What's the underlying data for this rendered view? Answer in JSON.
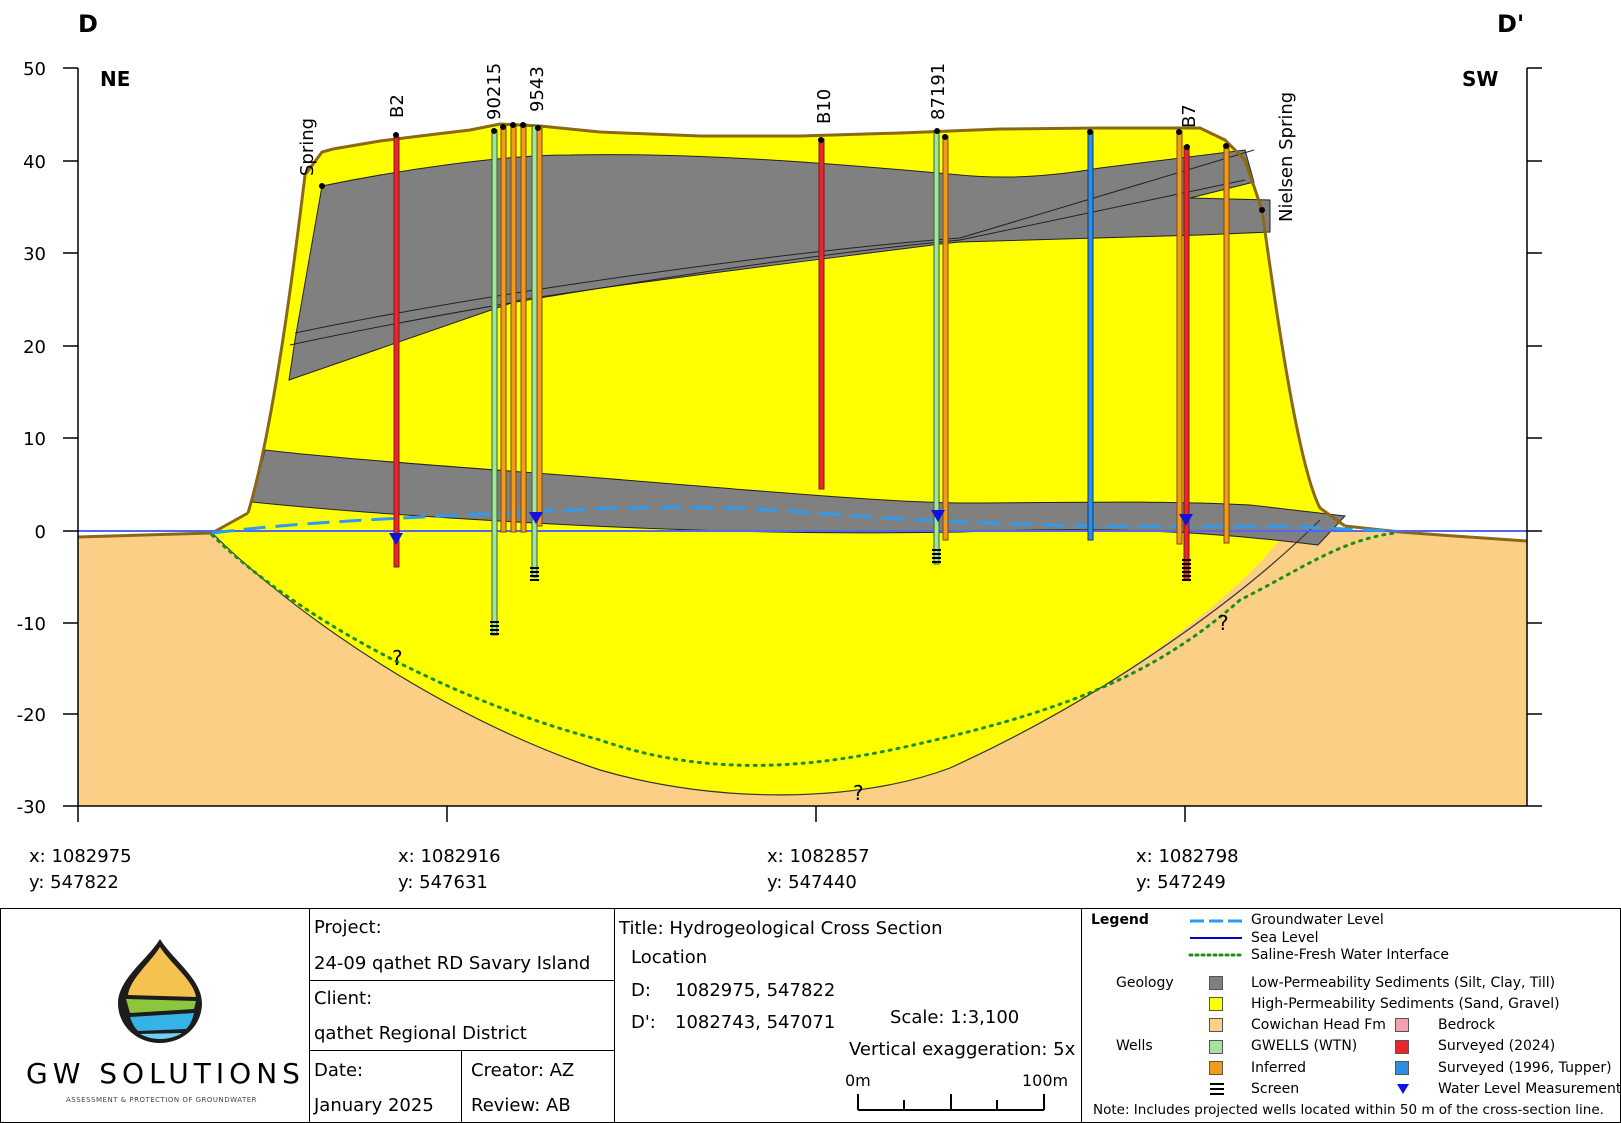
{
  "section": {
    "left_letter": "D",
    "right_letter": "D'",
    "left_direction": "NE",
    "right_direction": "SW",
    "y_ticks": [
      "50",
      "40",
      "30",
      "20",
      "10",
      "0",
      "-10",
      "-20",
      "-30"
    ],
    "x_ticks": [
      {
        "x": "x: 1082975",
        "y": "y: 547822"
      },
      {
        "x": "x: 1082916",
        "y": "y: 547631"
      },
      {
        "x": "x: 1082857",
        "y": "y: 547440"
      },
      {
        "x": "x: 1082798",
        "y": "y: 547249"
      }
    ],
    "labels": {
      "spring": "Spring",
      "b2": "B2",
      "w90215": "90215",
      "w9543": "9543",
      "b10": "B10",
      "w87191": "87191",
      "b7": "B7",
      "nielsen": "Nielsen Spring"
    },
    "question_mark": "?",
    "colors": {
      "high_perm": "#ffff00",
      "low_perm": "#808080",
      "cowichan": "#fbcf86",
      "bedrock": "#f4a0b0",
      "gwells": "#a6e3a1",
      "surveyed_2024": "#e8262b",
      "surveyed_1996": "#2e8fe0",
      "inferred": "#f29a1c",
      "groundwater": "#2e9bf0",
      "sea_level": "#0000cc",
      "interface": "#1a8f1a",
      "water_marker": "#1010e0",
      "surface_edge": "#8b6914"
    }
  },
  "titleblock": {
    "company": "GW SOLUTIONS",
    "tagline": "ASSESSMENT & PROTECTION OF GROUNDWATER",
    "project_label": "Project:",
    "project_value": "24-09 qathet RD Savary Island",
    "client_label": "Client:",
    "client_value": "qathet Regional District",
    "date_label": "Date:",
    "date_value": "January 2025",
    "creator": "Creator:  AZ",
    "review": "Review:  AB",
    "title": "Title: Hydrogeological Cross Section",
    "location": "Location",
    "d_label": "D:",
    "d_value": "1082975, 547822",
    "dp_label": "D':",
    "dp_value": "1082743, 547071",
    "scale": "Scale: 1:3,100",
    "vexag": "Vertical exaggeration: 5x",
    "bar_start": "0m",
    "bar_end": "100m"
  },
  "legend": {
    "title": "Legend",
    "groundwater": "Groundwater Level",
    "sea_level": "Sea Level",
    "interface": "Saline-Fresh Water Interface",
    "geology": "Geology",
    "low_perm": "Low-Permeability Sediments (Silt, Clay, Till)",
    "high_perm": "High-Permeability Sediments (Sand, Gravel)",
    "cowichan": "Cowichan Head Fm",
    "bedrock": "Bedrock",
    "wells": "Wells",
    "gwells": "GWELLS (WTN)",
    "surveyed_2024": "Surveyed (2024)",
    "inferred": "Inferred",
    "surveyed_1996": "Surveyed (1996, Tupper)",
    "screen": "Screen",
    "water_level": "Water Level Measurement",
    "note": "Note: Includes projected wells located within 50 m of the cross-section line."
  }
}
